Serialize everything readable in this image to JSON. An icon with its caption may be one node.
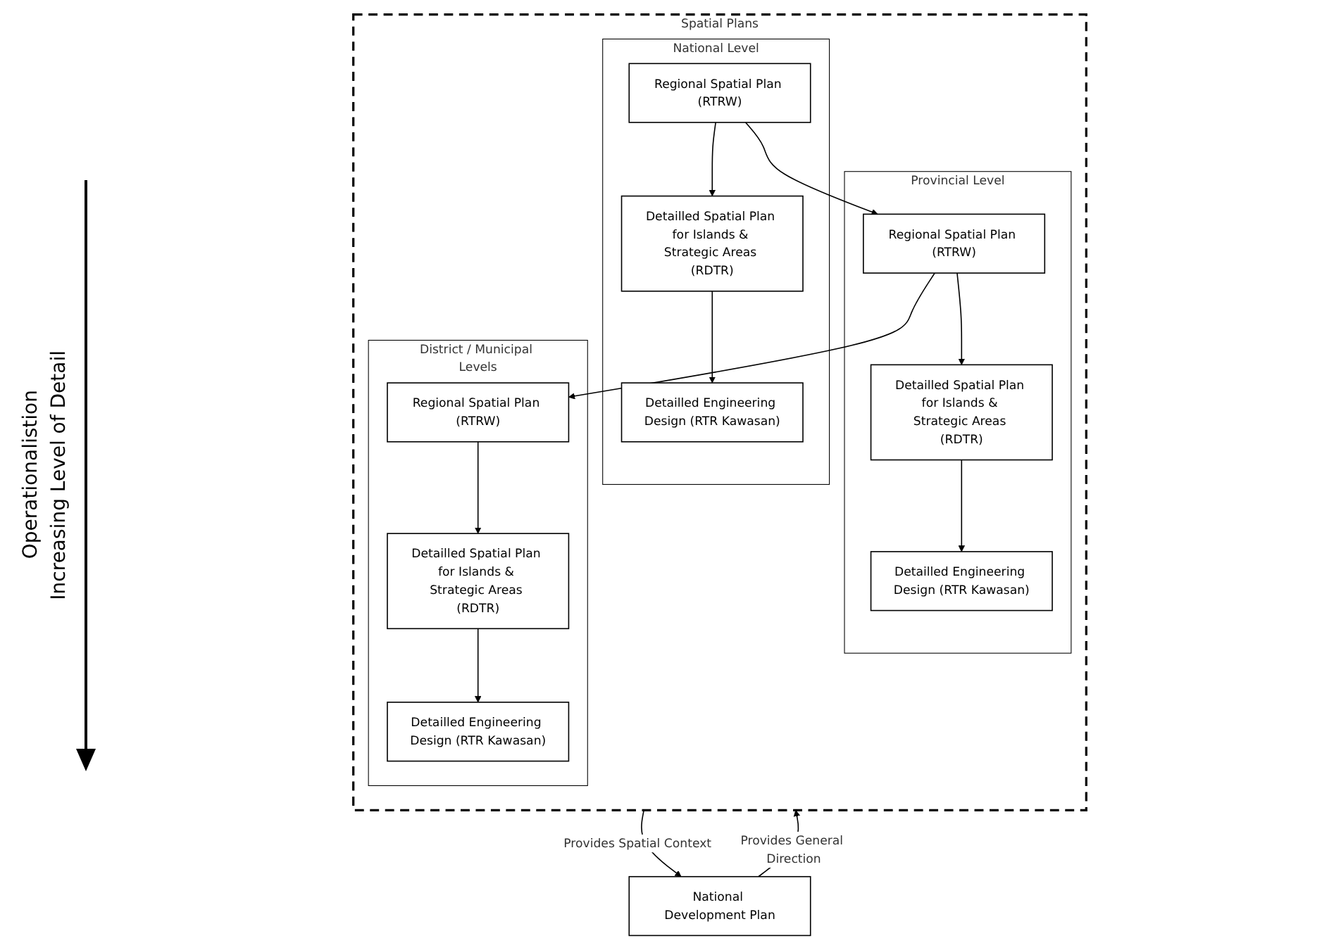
{
  "diagram": {
    "nodes": [
      {
        "text": [
          "National Development Plan"
        ]
      },
      {
        "text": [
          "Spatial Plans"
        ]
      },
      {
        "text": [
          "National Level"
        ],
        "in": 1
      },
      {
        "text": [
          "Regional Spatial Plan (RTRW)"
        ],
        "in": 2
      },
      {
        "text": [
          "Detailled Spatial Plan for Islands & Strategic Areas (RDTR)"
        ],
        "in": 2
      },
      {
        "text": [
          "Detailled Engineering Design (RTR Kawasan)"
        ],
        "in": 2
      },
      {
        "text": [
          "Provincial Level"
        ],
        "in": 1
      },
      {
        "text": [
          "Regional Spatial Plan (RTRW)"
        ],
        "in": 6
      },
      {
        "text": [
          "Detailled Spatial Plan for Islands & Strategic Areas (RDTR)"
        ],
        "in": 6
      },
      {
        "text": [
          "Detailled Engineering Design (RTR Kawasan)"
        ],
        "in": 6
      },
      {
        "text": [
          "District / Municipal Levels"
        ],
        "in": 1
      },
      {
        "text": [
          "Regional Spatial Plan (RTRW)"
        ],
        "in": 10
      },
      {
        "text": [
          "Detailled Spatial Plan for Islands & Strategic Areas (RDTR)"
        ],
        "in": 10
      },
      {
        "text": [
          "Detailled Engineering Design (RTR Kawasan)"
        ],
        "in": 10
      }
    ],
    "edges": [
      {
        "from": 0,
        "to": 1,
        "arrow": "to",
        "label": "Provides General Direction"
      },
      {
        "from": 1,
        "to": 0,
        "arrow": "to",
        "label": "Provides Spatial Context"
      },
      {
        "from": 3,
        "to": 4,
        "arrow": "to"
      },
      {
        "from": 4,
        "to": 5,
        "arrow": "to"
      },
      {
        "from": 3,
        "to": 7,
        "arrow": "to"
      },
      {
        "from": 7,
        "to": 8,
        "arrow": "to"
      },
      {
        "from": 8,
        "to": 9,
        "arrow": "to"
      },
      {
        "from": 7,
        "to": 11,
        "arrow": "to"
      },
      {
        "from": 11,
        "to": 12,
        "arrow": "to"
      },
      {
        "from": 12,
        "to": 13,
        "arrow": "to"
      }
    ],
    "labels": [
      "Operationalistion",
      "Increasing Level of Detail"
    ]
  }
}
